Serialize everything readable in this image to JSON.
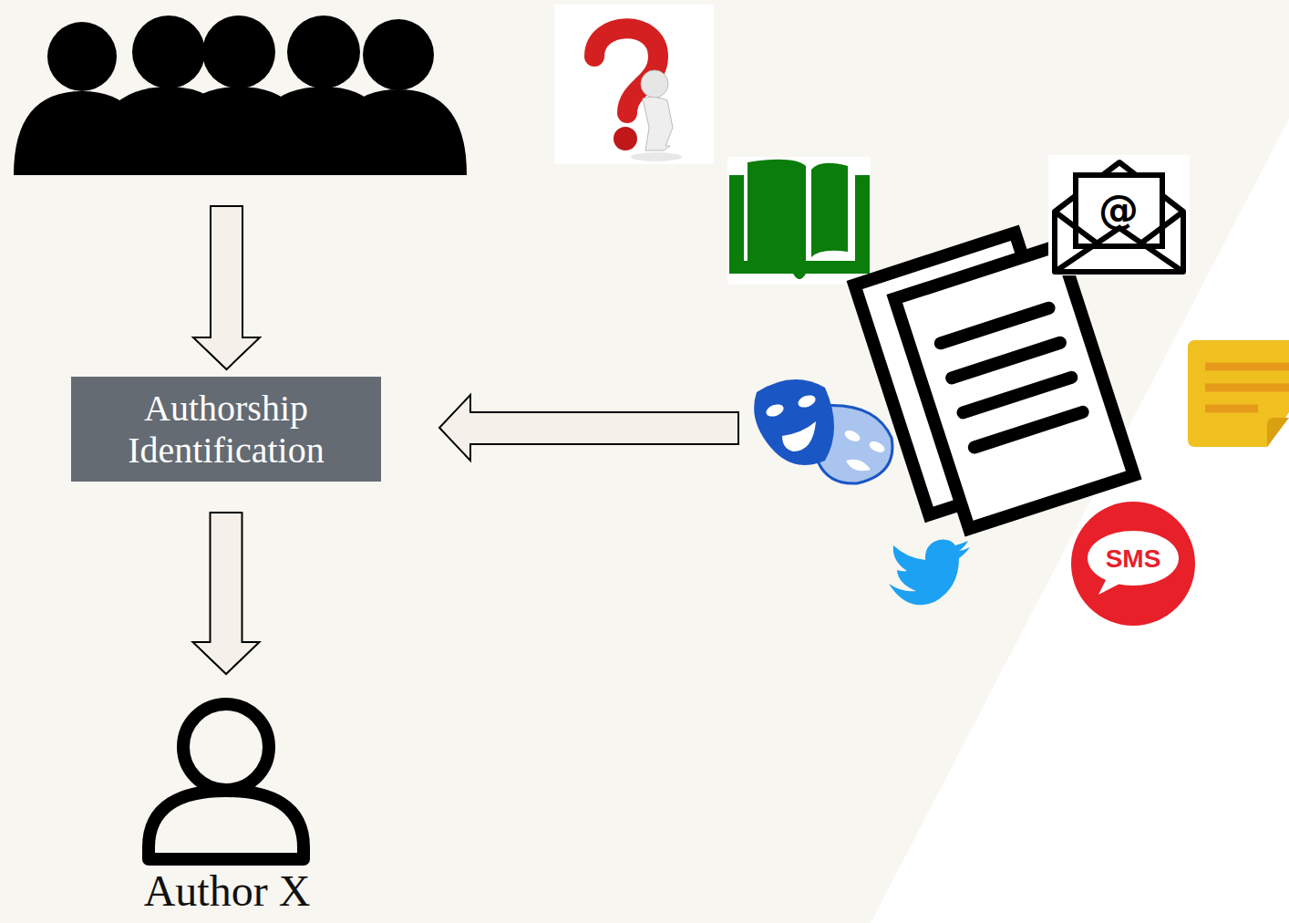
{
  "diagram": {
    "nodes": [
      {
        "text": [
          "Authorship Identification"
        ]
      },
      {
        "text": [
          "Author X"
        ]
      }
    ],
    "edges": [
      {
        "from": 0,
        "to": 1,
        "arrow": "to"
      }
    ],
    "labels": [
      "@",
      "SMS"
    ]
  }
}
